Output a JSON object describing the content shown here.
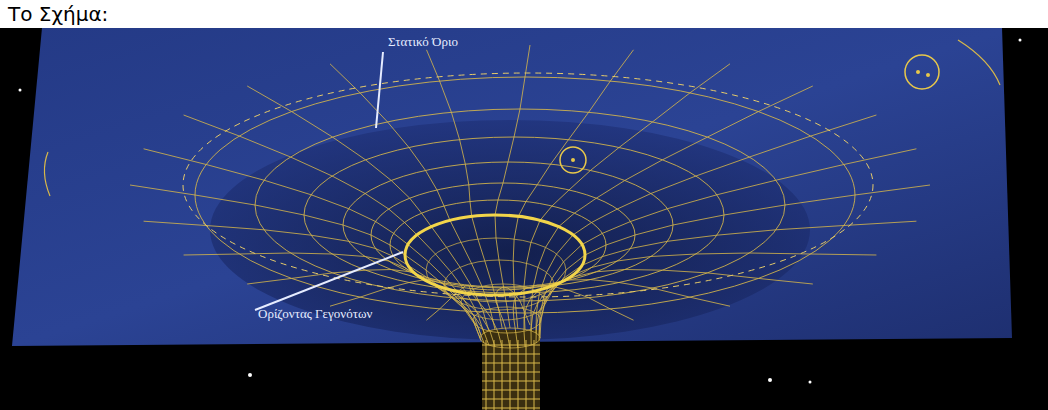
{
  "diagram": {
    "labels": [
      "Το Σχήμα:",
      "Στατικό Όριο",
      "Ορίζοντας Γεγονότων"
    ]
  }
}
